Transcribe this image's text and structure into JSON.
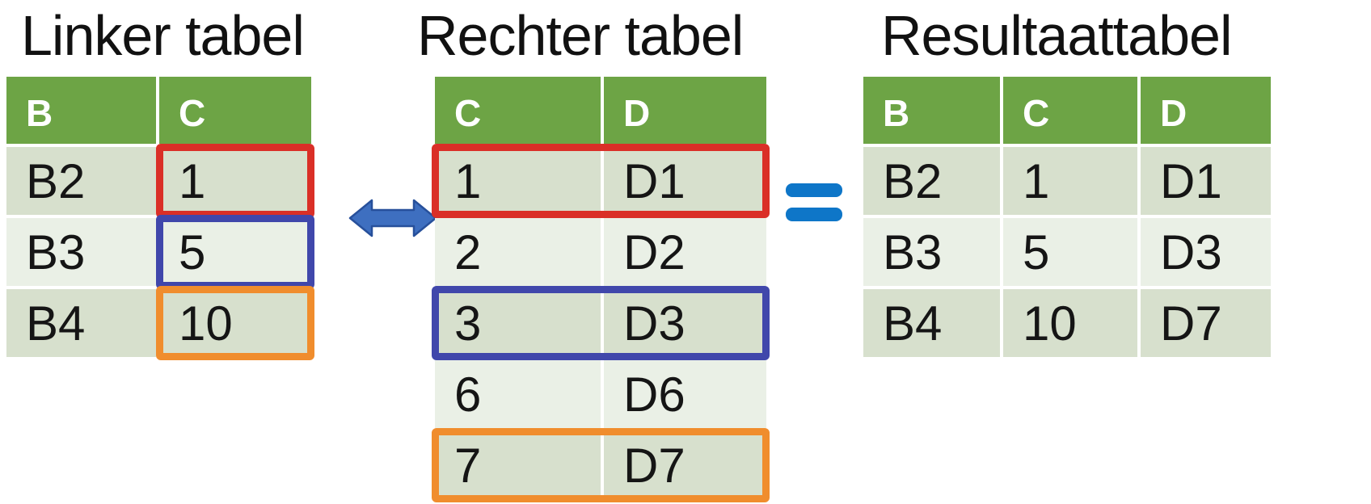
{
  "colors": {
    "header_green": "#6da445",
    "row_dark": "#d7e0cd",
    "row_light": "#eaf0e6",
    "highlight_red": "#da2f27",
    "highlight_blue": "#4047ab",
    "highlight_orange": "#f08d2d",
    "arrow_fill": "#3e6fc0",
    "arrow_stroke": "#27509b",
    "equals_blue": "#0e76c8"
  },
  "tables": {
    "left": {
      "title": "Linker tabel",
      "headers": [
        "B",
        "C"
      ],
      "rows": [
        {
          "cells": [
            "B2",
            "1"
          ],
          "highlight": "red"
        },
        {
          "cells": [
            "B3",
            "5"
          ],
          "highlight": "blue"
        },
        {
          "cells": [
            "B4",
            "10"
          ],
          "highlight": "orange"
        }
      ]
    },
    "right": {
      "title": "Rechter tabel",
      "headers": [
        "C",
        "D"
      ],
      "rows": [
        {
          "cells": [
            "1",
            "D1"
          ],
          "highlight": "red"
        },
        {
          "cells": [
            "2",
            "D2"
          ],
          "highlight": null
        },
        {
          "cells": [
            "3",
            "D3"
          ],
          "highlight": "blue"
        },
        {
          "cells": [
            "6",
            "D6"
          ],
          "highlight": null
        },
        {
          "cells": [
            "7",
            "D7"
          ],
          "highlight": "orange"
        }
      ]
    },
    "result": {
      "title": "Resultaattabel",
      "headers": [
        "B",
        "C",
        "D"
      ],
      "rows": [
        {
          "cells": [
            "B2",
            "1",
            "D1"
          ]
        },
        {
          "cells": [
            "B3",
            "5",
            "D3"
          ]
        },
        {
          "cells": [
            "B4",
            "10",
            "D7"
          ]
        }
      ]
    }
  },
  "operators": {
    "arrow": "double-headed-arrow",
    "equals": "="
  }
}
